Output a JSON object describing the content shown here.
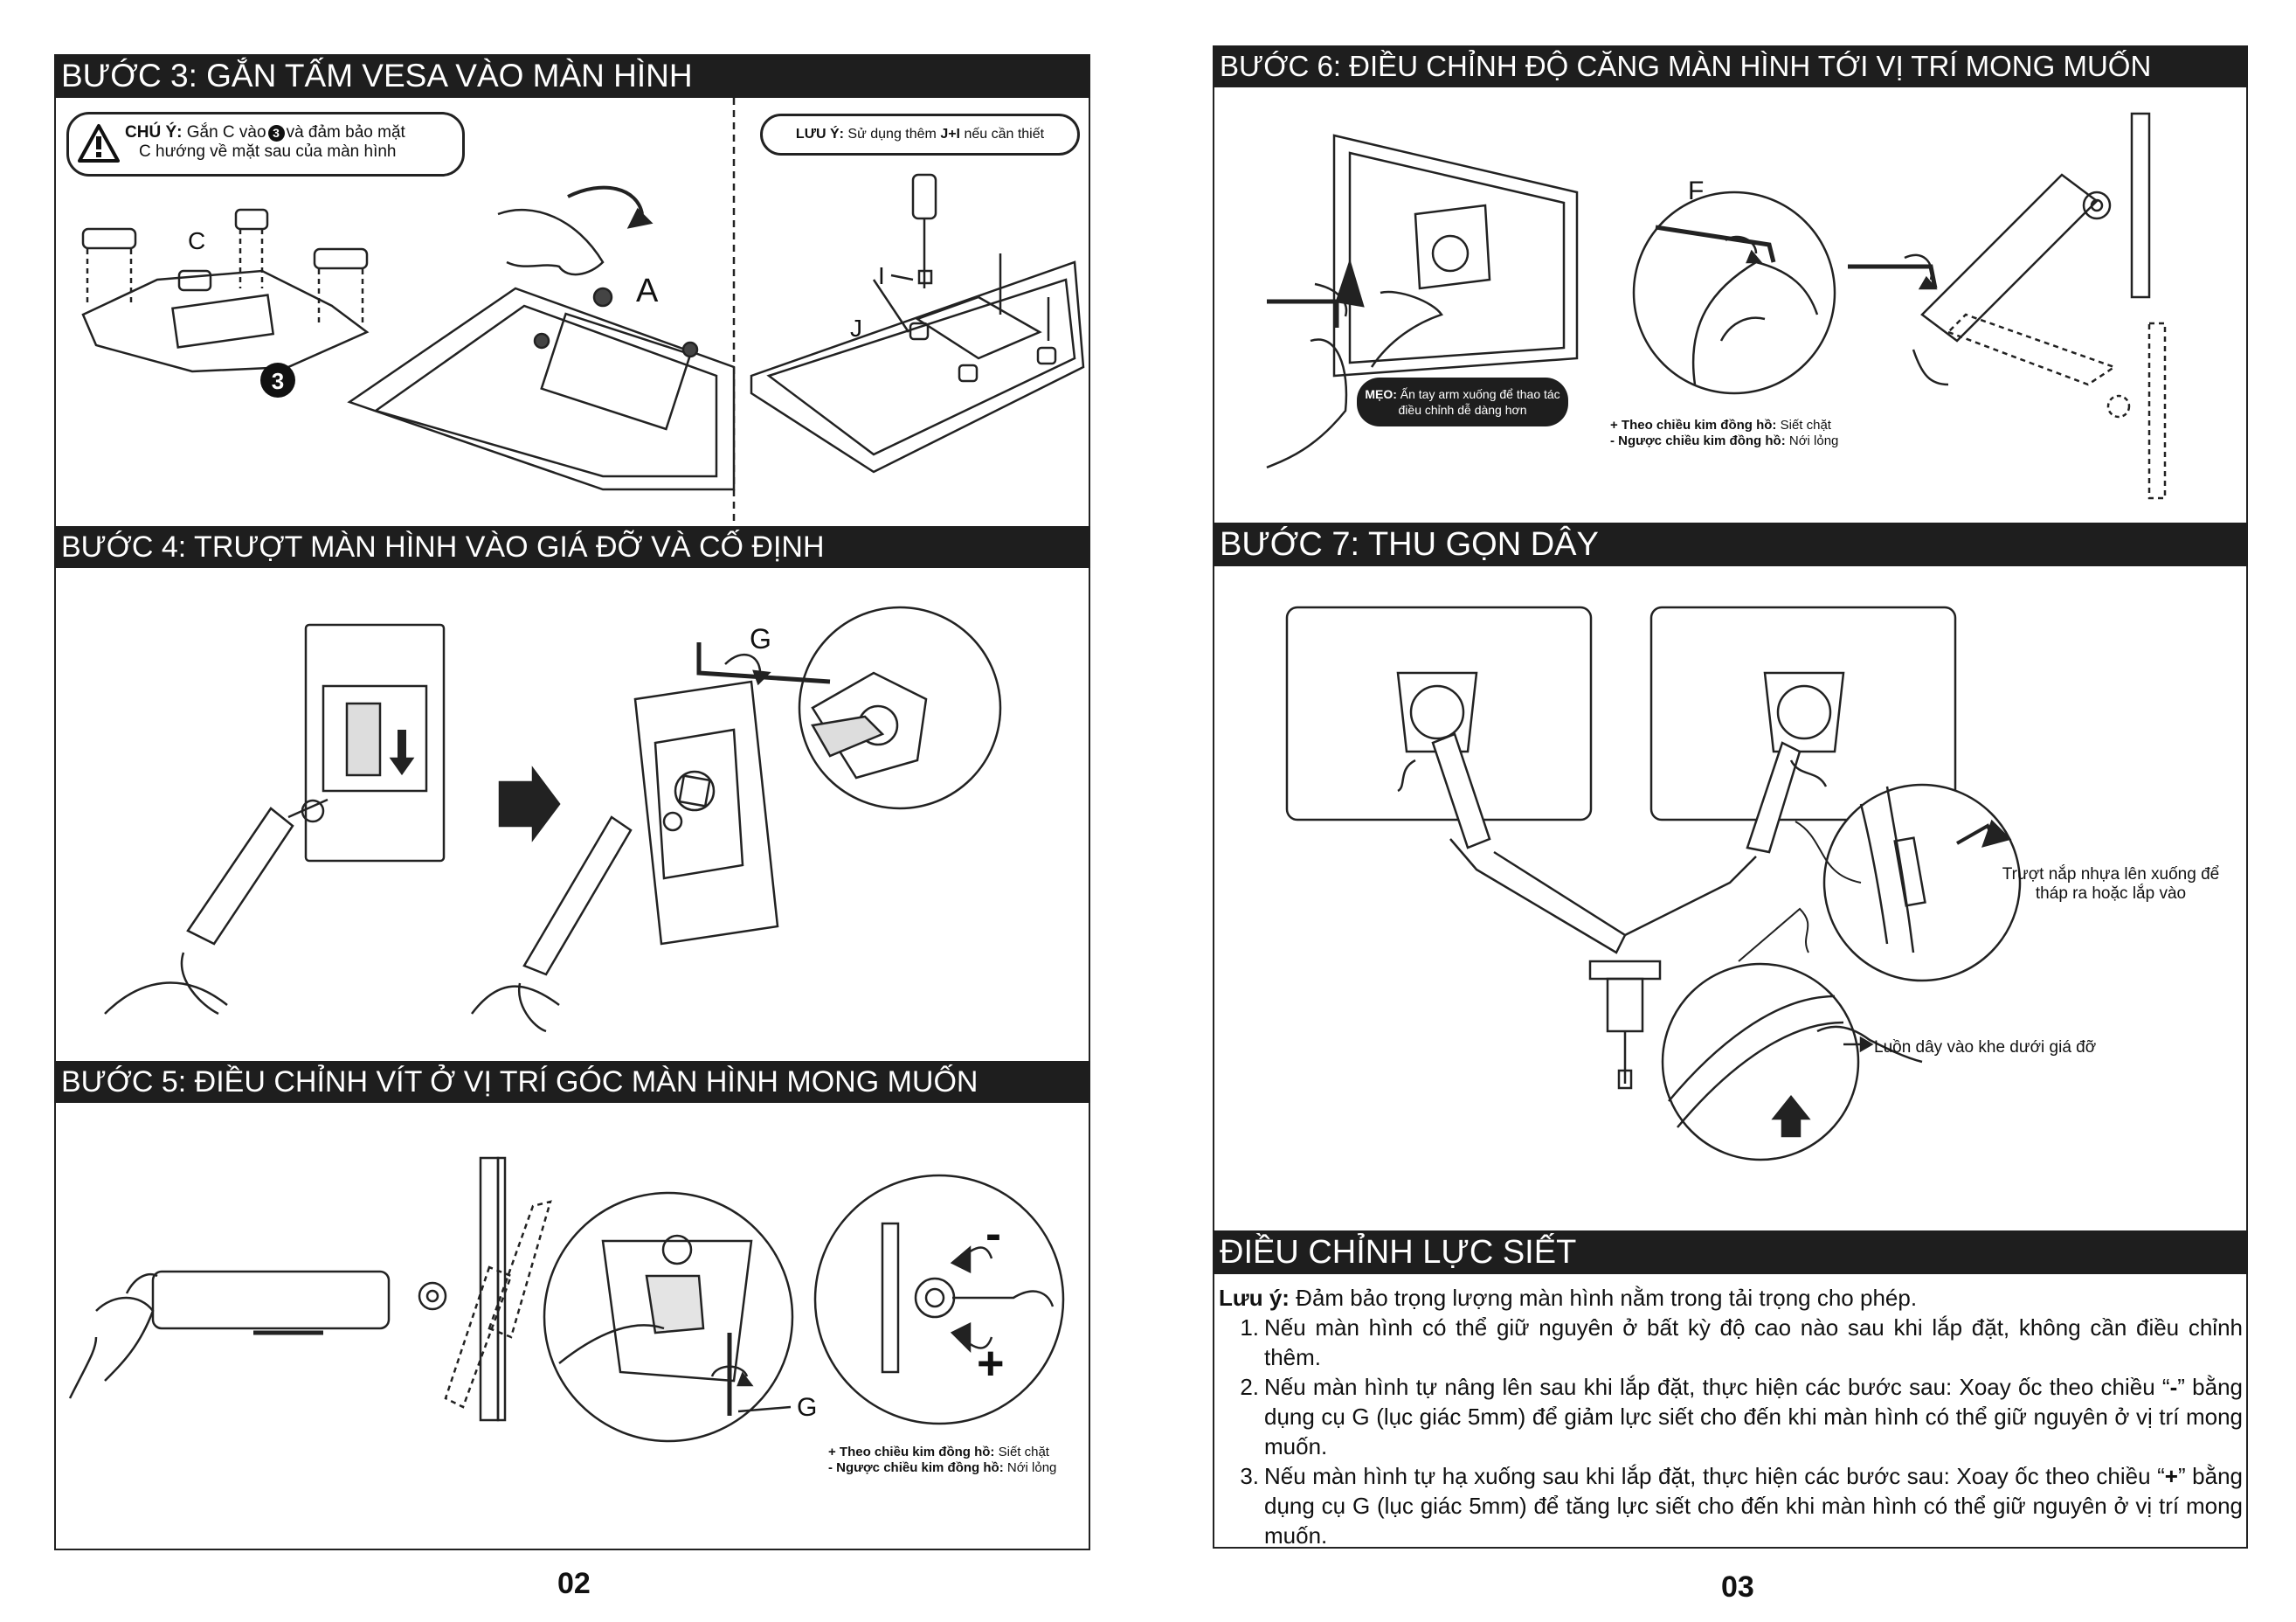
{
  "left_page": {
    "page_number": "02",
    "step3": {
      "title": "BƯỚC 3: GẮN TẤM VESA VÀO MÀN HÌNH",
      "caution_label": "CHÚ Ý:",
      "caution_text_1": "Gắn C vào",
      "caution_circle": "3",
      "caution_text_2": "và đảm bảo mặt",
      "caution_text_3": "C hướng về mặt sau của màn hình",
      "note_label": "LƯU Ý:",
      "note_text_1": "Sử dụng thêm",
      "note_parts": "J+I",
      "note_text_2": "nếu cần thiết",
      "label_c": "C",
      "label_a": "A",
      "label_3": "3",
      "label_i": "I",
      "label_j": "J"
    },
    "step4": {
      "title": "BƯỚC 4: TRƯỢT MÀN HÌNH VÀO GIÁ ĐỠ VÀ CỐ ĐỊNH",
      "label_g": "G"
    },
    "step5": {
      "title": "BƯỚC 5: ĐIỀU CHỈNH VÍT Ở VỊ TRÍ GÓC MÀN HÌNH MONG MUỐN",
      "label_g": "G",
      "minus": "-",
      "plus": "+",
      "cw_label": "+ Theo chiều kim đồng hồ:",
      "cw_text": "Siết chặt",
      "ccw_label": "- Ngược chiều kim đồng hồ:",
      "ccw_text": "Nới lỏng"
    }
  },
  "right_page": {
    "page_number": "03",
    "step6": {
      "title": "BƯỚC 6: ĐIỀU CHỈNH ĐỘ CĂNG MÀN HÌNH TỚI VỊ TRÍ  MONG MUỐN",
      "tip_label": "MẸO:",
      "tip_text_1": "Ấn tay arm xuống để thao tác",
      "tip_text_2": "điều chỉnh dễ dàng hơn",
      "label_f": "F",
      "cw_label": "+ Theo chiều kim đồng hồ:",
      "cw_text": "Siết chặt",
      "ccw_label": "- Ngược chiều kim đồng hồ:",
      "ccw_text": "Nới lỏng"
    },
    "step7": {
      "title": "BƯỚC 7: THU GỌN DÂY",
      "callout_cover_1": "Trượt nắp nhựa lên xuống để",
      "callout_cover_2": "tháp ra hoặc lắp vào",
      "callout_cable": "Luồn dây vào khe dưới giá đỡ"
    },
    "tension": {
      "title": "ĐIỀU CHỈNH LỰC SIẾT",
      "note_label": "Lưu ý:",
      "note_text": "Đảm bảo trọng lượng màn hình nằm trong tải trọng cho phép.",
      "items": [
        {
          "num": "1.",
          "text": "Nếu màn hình có thể giữ nguyên ở bất kỳ độ cao nào sau khi lắp đặt, không cần điều chỉnh thêm."
        },
        {
          "num": "2.",
          "text_before": "Nếu màn hình tự nâng lên sau khi lắp đặt, thực hiện các bước sau: Xoay ốc theo chiều “",
          "symbol": "-",
          "text_after": "” bằng dụng cụ G (lục giác 5mm) để giảm lực siết cho đến khi màn hình có thể giữ nguyên ở vị trí mong muốn."
        },
        {
          "num": "3.",
          "text_before": "Nếu màn hình tự hạ xuống sau khi lắp đặt, thực hiện các bước sau: Xoay ốc theo chiều “",
          "symbol": "+",
          "text_after": "” bằng dụng cụ G (lục giác 5mm) để tăng lực siết cho đến khi màn hình có thể giữ nguyên ở vị trí mong muốn."
        }
      ]
    }
  }
}
